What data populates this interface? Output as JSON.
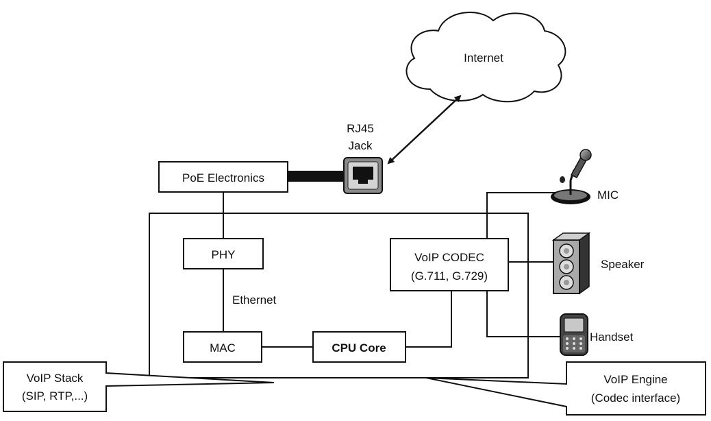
{
  "cloud": {
    "label": "Internet"
  },
  "rj45": {
    "line1": "RJ45",
    "line2": "Jack"
  },
  "poe": {
    "label": "PoE Electronics"
  },
  "phy": {
    "label": "PHY"
  },
  "ethernet": {
    "label": "Ethernet"
  },
  "mac": {
    "label": "MAC"
  },
  "cpu": {
    "label": "CPU Core"
  },
  "codec": {
    "line1": "VoIP CODEC",
    "line2": "(G.711, G.729)"
  },
  "devices": {
    "mic": "MIC",
    "speaker": "Speaker",
    "handset": "Handset"
  },
  "callouts": {
    "stack": {
      "line1": "VoIP Stack",
      "line2": "(SIP, RTP,...)"
    },
    "engine": {
      "line1": "VoIP Engine",
      "line2": "(Codec interface)"
    }
  },
  "icons": [
    "cloud-icon",
    "rj45-jack-icon",
    "microphone-icon",
    "speaker-icon",
    "handset-icon"
  ]
}
